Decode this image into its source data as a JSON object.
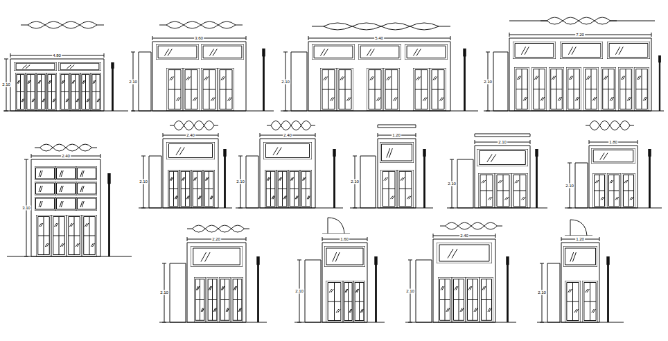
{
  "diagram": {
    "labels": [
      "4.80",
      "2.10",
      "3.60",
      "2.10",
      "5.40",
      "2.10",
      "7.20",
      "2.10",
      "2.40",
      "3.10",
      "2.40",
      "2.10",
      "2.40",
      "2.10",
      "1.20",
      "2.10",
      "2.10",
      "2.10",
      "1.80",
      "2.10",
      "2.20",
      "2.10",
      "1.60",
      "2.10",
      "2.40",
      "2.10",
      "1.20",
      "2.10"
    ]
  }
}
